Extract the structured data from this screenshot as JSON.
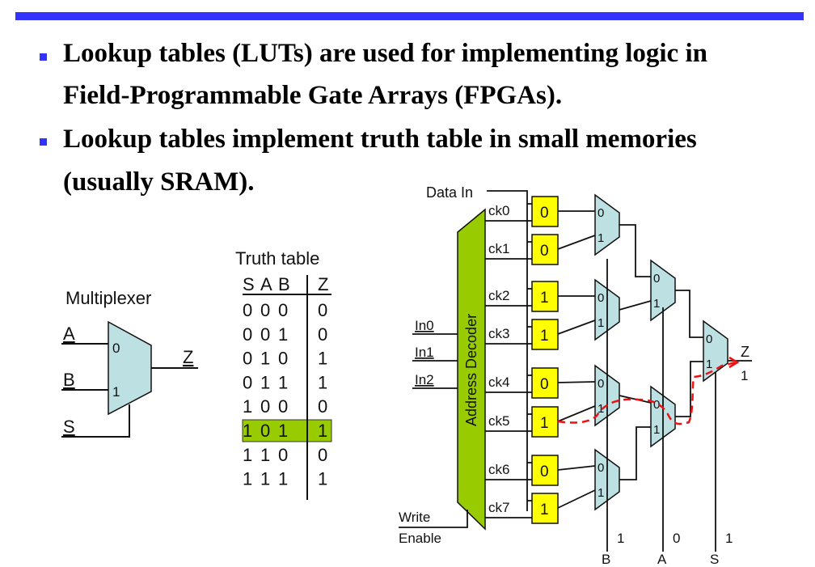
{
  "slide": {
    "bullets": [
      {
        "lines": [
          "Lookup tables (LUTs) are used for implementing logic in",
          "Field-Programmable Gate Arrays (FPGAs)."
        ]
      },
      {
        "lines": [
          "Lookup tables implement truth table in small memories",
          "(usually SRAM)."
        ]
      }
    ],
    "accent_color": "#3333ff"
  },
  "multiplexer": {
    "title": "Multiplexer",
    "inputs": [
      "A",
      "B"
    ],
    "select": "S",
    "output": "Z",
    "port_labels": [
      "0",
      "1"
    ]
  },
  "truth_table": {
    "title": "Truth table",
    "headers": [
      "S",
      "A",
      "B",
      "Z"
    ],
    "rows": [
      [
        "0",
        "0",
        "0",
        "0"
      ],
      [
        "0",
        "0",
        "1",
        "0"
      ],
      [
        "0",
        "1",
        "0",
        "1"
      ],
      [
        "0",
        "1",
        "1",
        "1"
      ],
      [
        "1",
        "0",
        "0",
        "0"
      ],
      [
        "1",
        "0",
        "1",
        "1"
      ],
      [
        "1",
        "1",
        "0",
        "0"
      ],
      [
        "1",
        "1",
        "1",
        "1"
      ]
    ],
    "highlighted_row": 5,
    "highlight_color": "#99cc00"
  },
  "lut": {
    "data_in_label": "Data In",
    "decoder_label": "Address Decoder",
    "decoder_inputs": [
      "In0",
      "In1",
      "In2"
    ],
    "write_enable_label": [
      "Write",
      "Enable"
    ],
    "clock_labels": [
      "ck0",
      "ck1",
      "ck2",
      "ck3",
      "ck4",
      "ck5",
      "ck6",
      "ck7"
    ],
    "sram_values": [
      "0",
      "0",
      "1",
      "1",
      "0",
      "1",
      "0",
      "1"
    ],
    "mux_port_labels": [
      "0",
      "1"
    ],
    "output_label": "Z",
    "output_value": "1",
    "selects": [
      {
        "name": "B",
        "value": "1"
      },
      {
        "name": "A",
        "value": "0"
      },
      {
        "name": "S",
        "value": "1"
      }
    ],
    "sram_color": "#ffff00",
    "decoder_color": "#99cc00",
    "mux_color": "#bde0e3",
    "path_color": "#ee1111"
  }
}
